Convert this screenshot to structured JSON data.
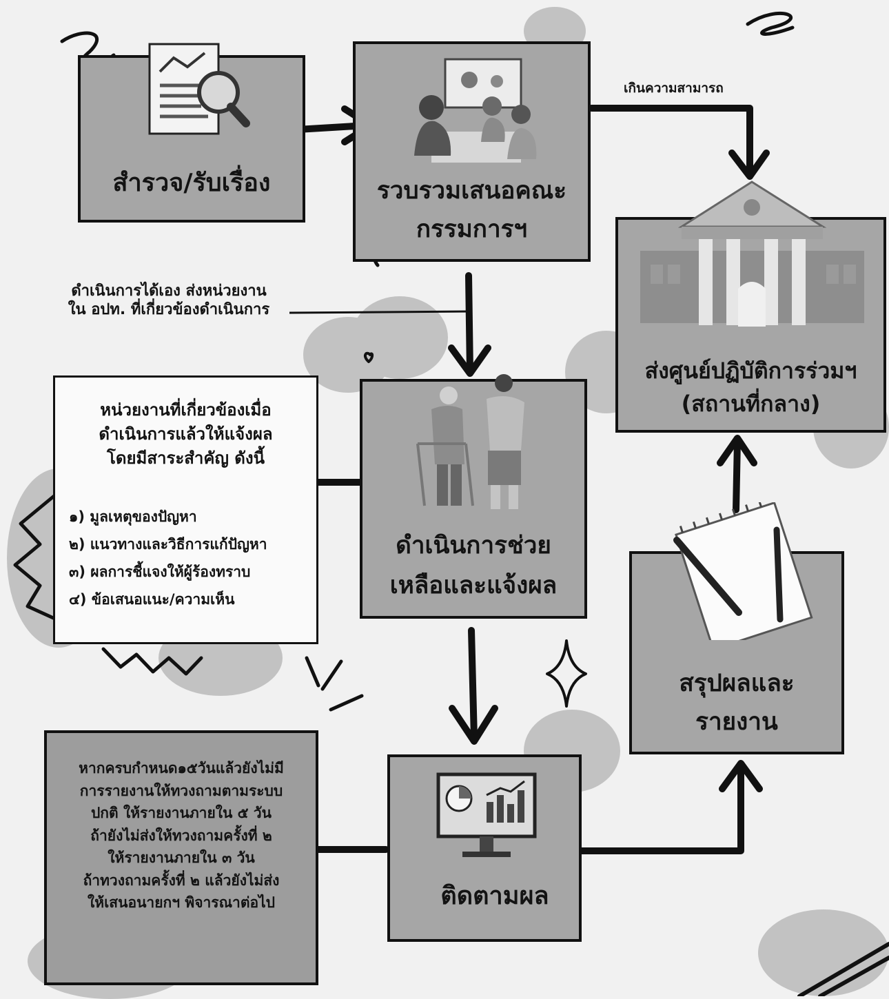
{
  "nodes": {
    "survey": "สำรวจ/รับเรื่อง",
    "committee": "รวบรวมเสนอคณะ\nกรรมการฯ",
    "center": "ส่งศูนย์ปฏิบัติการร่วมฯ\n(สถานที่กลาง)",
    "operate": "ดำเนินการช่วย\nเหลือและแจ้งผล",
    "summary": "สรุปผลและ\nรายงาน",
    "follow": "ติดตามผล"
  },
  "labels": {
    "beyond_capacity": "เกินความสามารถ",
    "self_operate": "ดำเนินการได้เอง ส่งหน่วยงาน\nใน อปท. ที่เกี่ยวข้องดำเนินการ"
  },
  "report_box": {
    "heading": "หน่วยงานที่เกี่ยวข้องเมื่อ\nดำเนินการแล้วให้แจ้งผล\nโดยมีสาระสำคัญ ดังนี้",
    "items": [
      "๑) มูลเหตุของปัญหา",
      "๒) แนวทางและวิธีการแก้ปัญหา",
      "๓) ผลการชี้แจงให้ผู้ร้องทราบ",
      "๔) ข้อเสนอแนะ/ความเห็น"
    ]
  },
  "deadline_box": {
    "text": "หากครบกำหนด๑๕วันแล้วยังไม่มี\nการรายงานให้ทวงถามตามระบบ\nปกติ ให้รายงานภายใน ๕ วัน\nถ้ายังไม่ส่งให้ทวงถามครั้งที่ ๒\nให้รายงานภายใน ๓ วัน\nถ้าทวงถามครั้งที่ ๒ แล้วยังไม่ส่ง\nให้เสนอนายกฯ พิจารณาต่อไป"
  },
  "colors": {
    "background": "#f1f1f1",
    "box_fill": "#a6a6a6",
    "light_box_fill": "#fafafa",
    "ink": "#111111",
    "blob": "#c2c2c2"
  },
  "icons": [
    "magnifier-document-icon",
    "meeting-icon",
    "government-building-icon",
    "elderly-care-icon",
    "notepad-pencil-icon",
    "monitor-chart-icon"
  ]
}
